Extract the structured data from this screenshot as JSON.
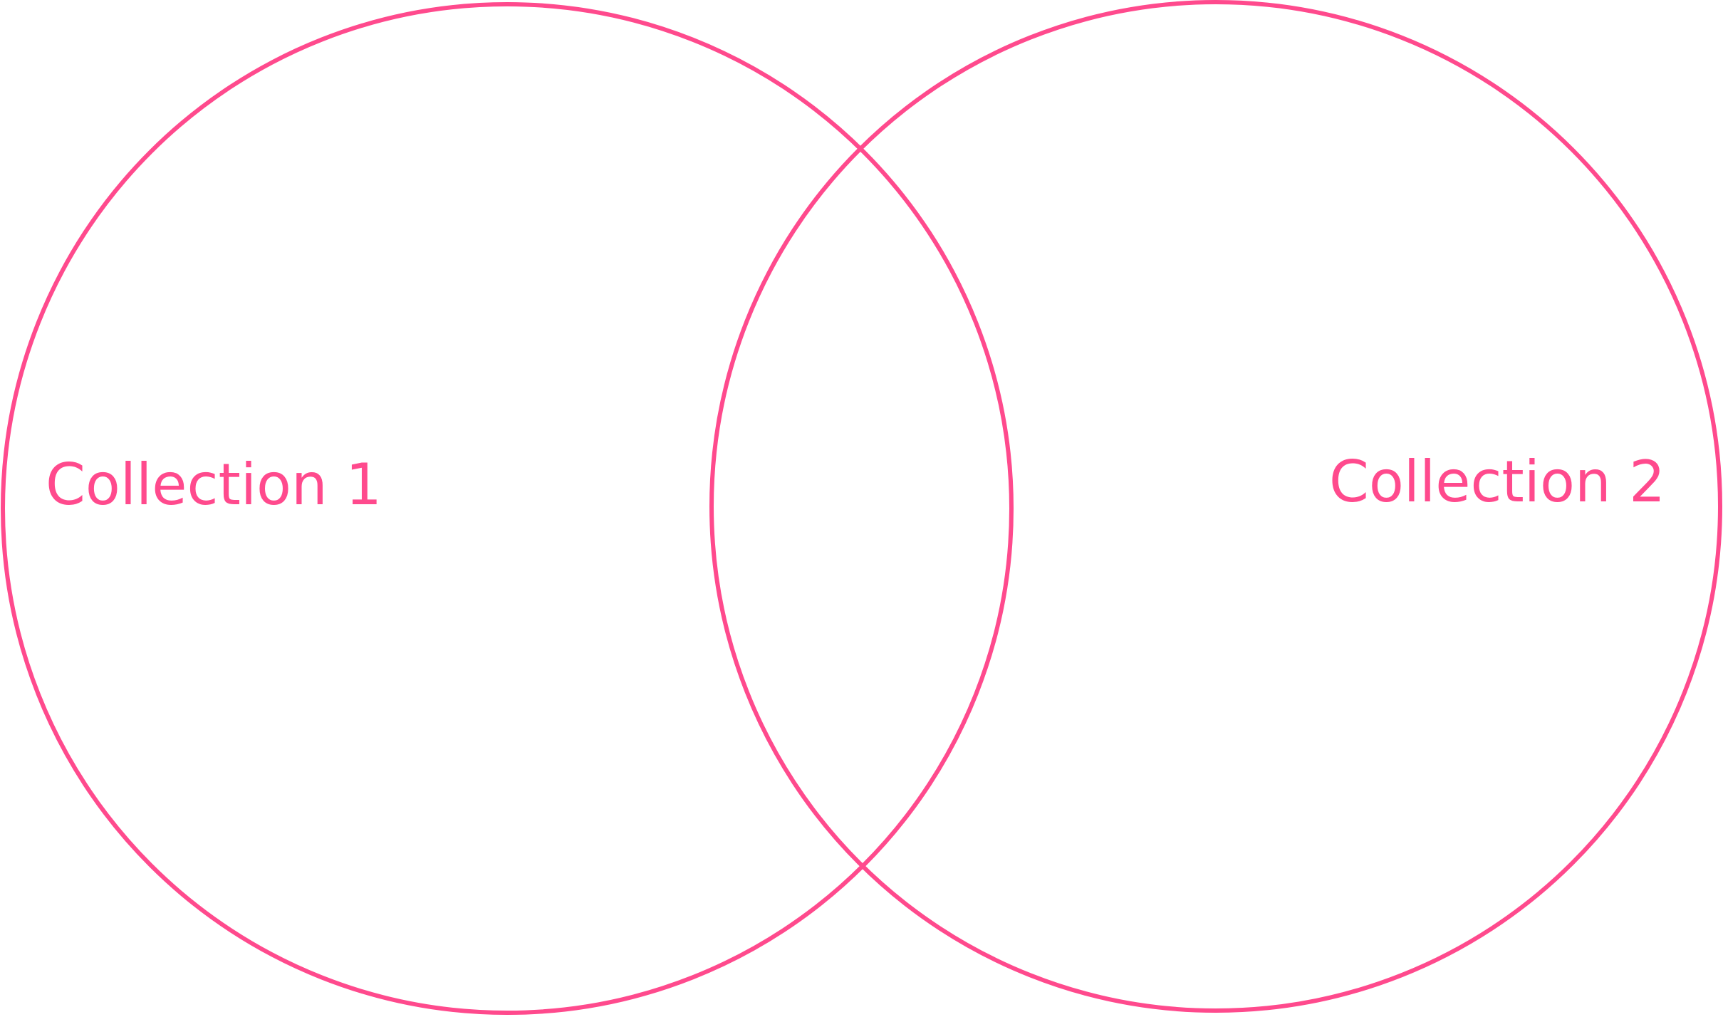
{
  "colors": {
    "accent": "#FF4A8D",
    "background": "#FFFFFF"
  },
  "diagram": {
    "type": "venn",
    "sets": [
      {
        "label": "Collection 1"
      },
      {
        "label": "Collection 2"
      }
    ]
  }
}
